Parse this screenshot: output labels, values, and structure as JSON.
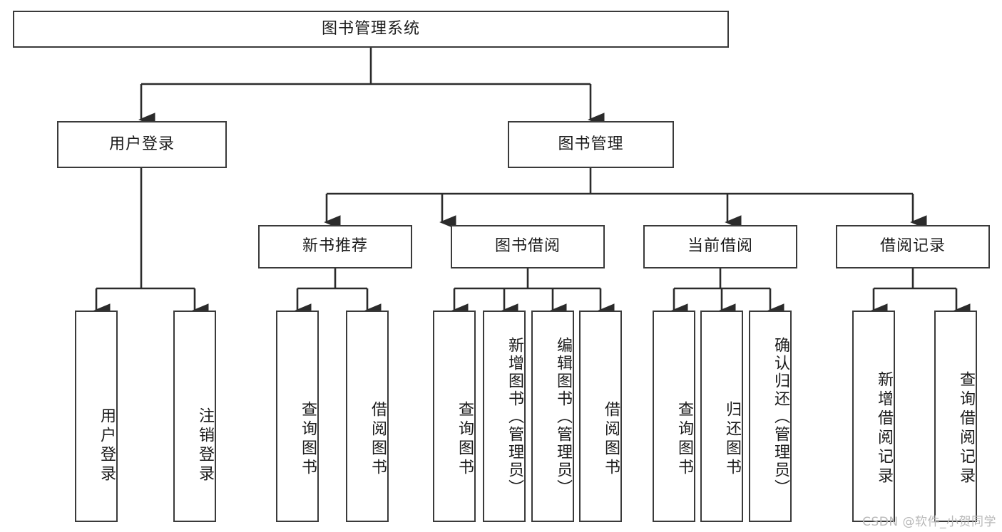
{
  "diagram": {
    "title": "图书管理系统",
    "style": {
      "box_border_color": "#3a3a3a",
      "box_fill_color": "#ffffff",
      "edge_color": "#2b2b2b",
      "text_color": "#1b1b1b",
      "background_color": "#ffffff"
    },
    "root": {
      "label": "图书管理系统"
    },
    "level2": [
      {
        "label": "用户登录"
      },
      {
        "label": "图书管理"
      }
    ],
    "level3": [
      {
        "label": "新书推荐"
      },
      {
        "label": "图书借阅"
      },
      {
        "label": "当前借阅"
      },
      {
        "label": "借阅记录"
      }
    ],
    "leaves": {
      "user_login": [
        {
          "label": "用户登录"
        },
        {
          "label": "注销登录"
        }
      ],
      "new_book_recommend": [
        {
          "label": "查询图书"
        },
        {
          "label": "借阅图书"
        }
      ],
      "book_borrow": [
        {
          "label": "查询图书"
        },
        {
          "label": "新增图书（管理员）"
        },
        {
          "label": "编辑图书（管理员）"
        },
        {
          "label": "借阅图书"
        }
      ],
      "current_borrow": [
        {
          "label": "查询图书"
        },
        {
          "label": "归还图书"
        },
        {
          "label": "确认归还（管理员）"
        }
      ],
      "borrow_record": [
        {
          "label": "新增借阅记录"
        },
        {
          "label": "查询借阅记录"
        }
      ]
    }
  },
  "watermark": {
    "text": "CSDN @软件_小贺同学"
  }
}
